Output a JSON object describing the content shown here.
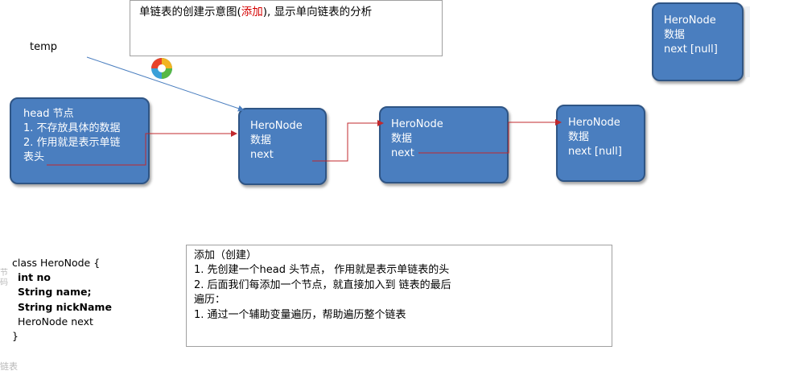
{
  "title": {
    "prefix": "单链表的创建示意图(",
    "highlight": "添加",
    "suffix": "), 显示单向链表的分析",
    "highlight_color": "#d40000"
  },
  "temp_label": "temp",
  "head_node": {
    "lines": [
      "head 节点",
      "1. 不存放具体的数据",
      "2. 作用就是表示单链",
      "表头"
    ]
  },
  "nodes": [
    {
      "lines": [
        "HeroNode",
        "数据",
        "next"
      ]
    },
    {
      "lines": [
        "HeroNode",
        "数据",
        "next"
      ]
    },
    {
      "lines": [
        "HeroNode",
        "数据",
        "next [null]"
      ]
    },
    {
      "lines": [
        "HeroNode",
        "数据",
        "next [null]"
      ]
    }
  ],
  "class_def": {
    "lines": [
      "class HeroNode {",
      "int no",
      "String name;",
      "String nickName",
      "HeroNode next",
      "}"
    ]
  },
  "description": {
    "lines": [
      "添加（创建）",
      "1. 先创建一个head 头节点， 作用就是表示单链表的头",
      "2. 后面我们每添加一个节点，就直接加入到 链表的最后",
      "遍历：",
      "1.  通过一个辅助变量遍历，帮助遍历整个链表"
    ]
  },
  "edge_fragments": [
    "节",
    "码",
    "链表"
  ],
  "colors": {
    "node_fill": "#4a7ebf",
    "node_border": "#2f5585",
    "link_arrow": "#c0282d",
    "temp_arrow": "#4a7ebf"
  },
  "icons": [
    "colorful-ball-icon"
  ]
}
